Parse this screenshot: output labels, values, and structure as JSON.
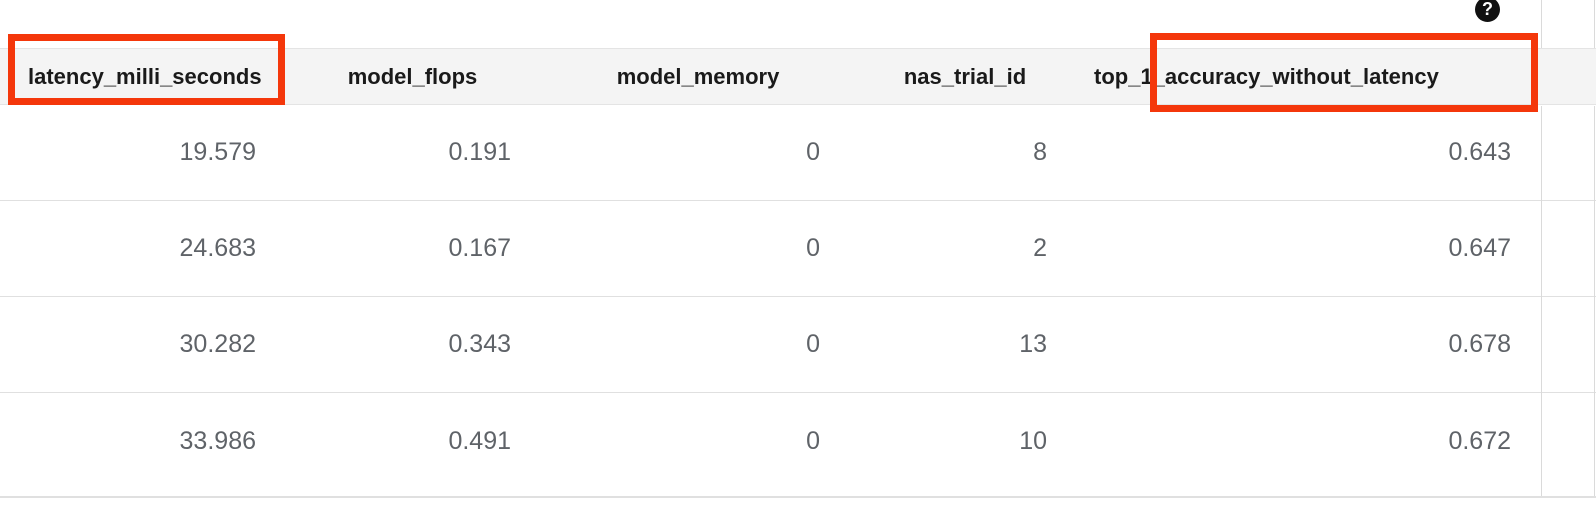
{
  "help": {
    "icon": "help-question-icon",
    "glyph": "?"
  },
  "accent": {
    "annotation_red": "#f4370b",
    "header_background": "#f4f4f4",
    "cell_text": "#5f6368",
    "header_text": "#1a1a1a",
    "row_divider": "#e0e0e0"
  },
  "table": {
    "columns": [
      {
        "key": "latency_milli_seconds",
        "label": "latency_milli_seconds",
        "align": "right",
        "highlighted": true
      },
      {
        "key": "model_flops",
        "label": "model_flops",
        "align": "right",
        "highlighted": false
      },
      {
        "key": "model_memory",
        "label": "model_memory",
        "align": "right",
        "highlighted": false
      },
      {
        "key": "nas_trial_id",
        "label": "nas_trial_id",
        "align": "right",
        "highlighted": false
      },
      {
        "key": "top_1_accuracy_without_latency",
        "label": "top_1_accuracy_without_latency",
        "align": "right",
        "highlighted": true
      }
    ],
    "rows": [
      {
        "latency_milli_seconds": "19.579",
        "model_flops": "0.191",
        "model_memory": "0",
        "nas_trial_id": "8",
        "top_1_accuracy_without_latency": "0.643"
      },
      {
        "latency_milli_seconds": "24.683",
        "model_flops": "0.167",
        "model_memory": "0",
        "nas_trial_id": "2",
        "top_1_accuracy_without_latency": "0.647"
      },
      {
        "latency_milli_seconds": "30.282",
        "model_flops": "0.343",
        "model_memory": "0",
        "nas_trial_id": "13",
        "top_1_accuracy_without_latency": "0.678"
      },
      {
        "latency_milli_seconds": "33.986",
        "model_flops": "0.491",
        "model_memory": "0",
        "nas_trial_id": "10",
        "top_1_accuracy_without_latency": "0.672"
      }
    ]
  },
  "annotations": [
    {
      "name": "highlight-latency-column-header",
      "target": "latency_milli_seconds"
    },
    {
      "name": "highlight-top-1-accuracy-column-header",
      "target": "top_1_accuracy_without_latency"
    }
  ]
}
